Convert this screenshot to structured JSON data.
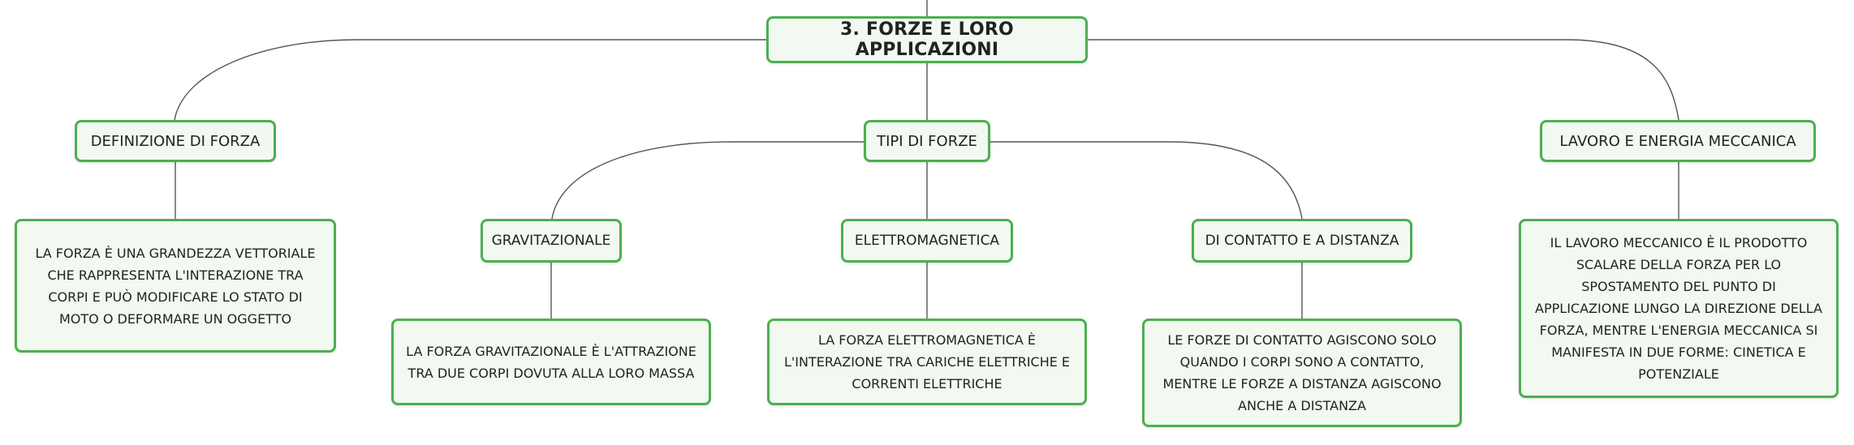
{
  "root": {
    "label": "3. FORZE E LORO APPLICAZIONI"
  },
  "topics": {
    "definizione": {
      "label": "DEFINIZIONE DI FORZA",
      "description": "LA FORZA È UNA GRANDEZZA VETTORIALE CHE RAPPRESENTA L'INTERAZIONE TRA CORPI E PUÒ MODIFICARE LO STATO DI MOTO O DEFORMARE UN OGGETTO"
    },
    "tipi": {
      "label": "TIPI DI FORZE",
      "gravitazionale": {
        "label": "GRAVITAZIONALE",
        "description": "LA FORZA GRAVITAZIONALE È L'ATTRAZIONE TRA DUE CORPI DOVUTA ALLA LORO MASSA"
      },
      "elettromagnetica": {
        "label": "ELETTROMAGNETICA",
        "description": "LA FORZA ELETTROMAGNETICA È L'INTERAZIONE TRA CARICHE ELETTRICHE E CORRENTI ELETTRICHE"
      },
      "contatto": {
        "label": "DI CONTATTO E A DISTANZA",
        "description": "LE FORZE DI CONTATTO AGISCONO SOLO QUANDO I CORPI SONO A CONTATTO, MENTRE LE FORZE A DISTANZA AGISCONO ANCHE A DISTANZA"
      }
    },
    "lavoro": {
      "label": "LAVORO E ENERGIA MECCANICA",
      "description": "IL LAVORO MECCANICO È IL PRODOTTO SCALARE DELLA FORZA PER LO SPOSTAMENTO DEL PUNTO DI APPLICAZIONE LUNGO LA DIREZIONE DELLA FORZA, MENTRE L'ENERGIA MECCANICA SI MANIFESTA IN DUE FORME: CINETICA E POTENZIALE"
    }
  },
  "colors": {
    "node_border": "#4caf50",
    "node_fill": "#f1f9f1",
    "connector": "#555555"
  }
}
